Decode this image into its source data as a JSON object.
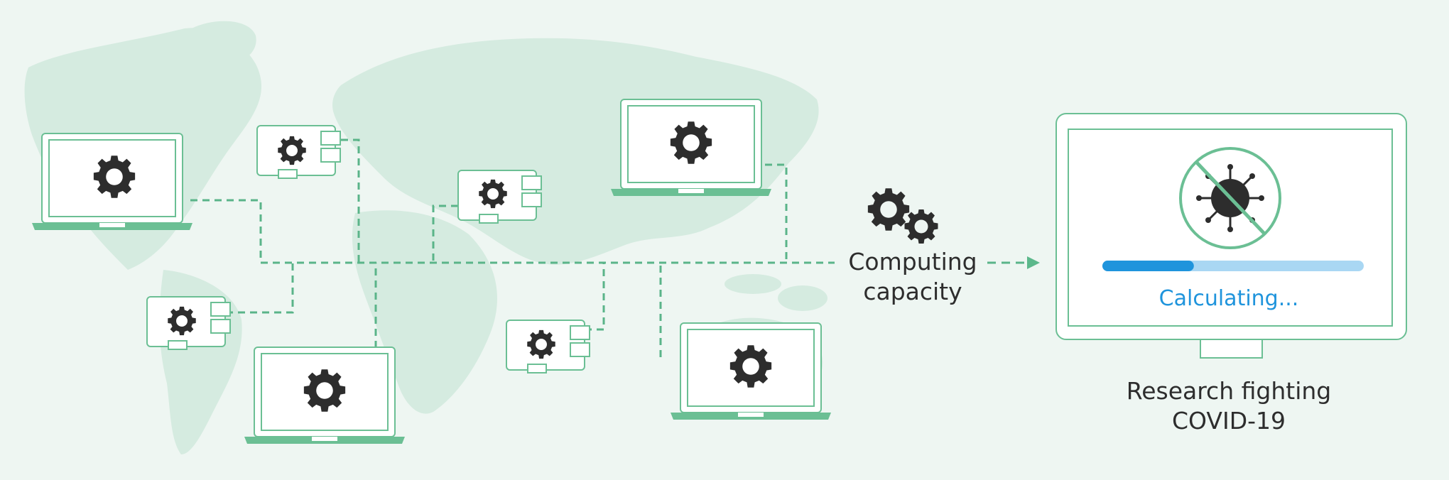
{
  "diagram": {
    "computing_label_line1": "Computing",
    "computing_label_line2": "capacity",
    "research_label_line1": "Research fighting",
    "research_label_line2": "COVID-19",
    "progress_text": "Calculating...",
    "progress_fraction": 0.35,
    "nodes": [
      "laptop",
      "module",
      "module",
      "laptop",
      "module",
      "laptop",
      "module",
      "laptop"
    ],
    "icons": {
      "node_icon": "gear-icon",
      "capacity_icon": "gears-icon",
      "virus_icon": "no-virus-icon"
    },
    "colors": {
      "background": "#eef6f2",
      "map": "#d5ebe0",
      "accent": "#5bb88b",
      "line": "#5ab489",
      "dark": "#2d2d2d",
      "progress": "#1f94dc",
      "progress_track": "#a9d7f3"
    }
  }
}
